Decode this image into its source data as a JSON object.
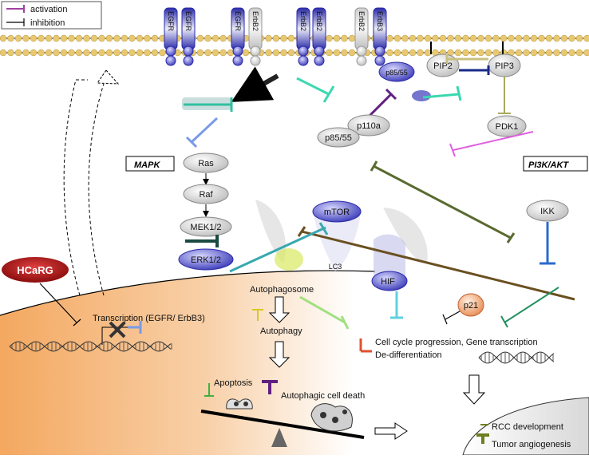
{
  "legend": {
    "activation": "activation",
    "inhibition": "inhibition"
  },
  "receptors": [
    "EGFR",
    "EGFR",
    "EGFR",
    "ErbB2",
    "ErbB2",
    "ErbB2",
    "ErbB2",
    "ErbB3"
  ],
  "pathway_labels": {
    "mapk": "MAPK",
    "pi3k": "PI3K/AKT"
  },
  "nodes": {
    "pip2": "PIP2",
    "pip3": "PIP3",
    "pdk1": "PDK1",
    "p85_top": "p85/55",
    "p110a": "p110a",
    "p85_bottom": "p85/55",
    "ras": "Ras",
    "raf": "Raf",
    "mek": "MEK1/2",
    "erk": "ERK1/2",
    "mtor": "mTOR",
    "lc3": "LC3",
    "hif": "HIF",
    "ikk": "IKK",
    "p21": "p21",
    "hcarg": "HCaRG"
  },
  "text": {
    "autophagosome": "Autophagosome",
    "autophagy": "Autophagy",
    "transcription": "Transcription (EGFR/ ErbB3)",
    "cell_cycle": "Cell cycle progression, Gene transcription",
    "dedifferentiation": "De-differentiation",
    "apoptosis": "Apoptosis",
    "autophagic_death": "Autophagic cell death",
    "rcc": "RCC development",
    "tumor": "Tumor angiogenesis"
  },
  "colors": {
    "activation": "#a040a0",
    "inhibition": "#000000",
    "receptor_blue": "#2a2aa8",
    "membrane": "#e8c870",
    "cell_fill": "#f4a860"
  }
}
